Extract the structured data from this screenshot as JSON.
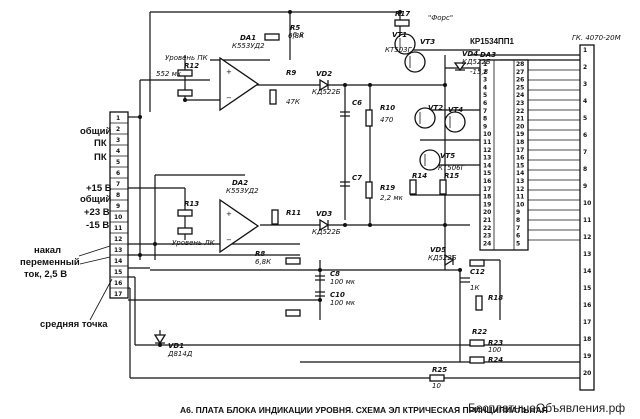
{
  "caption": "А6. ПЛАТА БЛОКА ИНДИКАЦИИ УРОВНЯ. СХЕМА ЭЛ КТРИЧЕСКАЯ ПРИНЦИПИАЛЬНАЯ",
  "watermark": "БесплатныеОбъявления.рф",
  "chip_label": "КР1534ПП1",
  "connector_label": "ГК. 4070-20М",
  "left_labels": {
    "common1": "общий",
    "pk1": "ПК",
    "pk2": "ПК",
    "plus15": "+15 В",
    "common2": "общий",
    "plus23": "+23 В",
    "minus15": "-15 В",
    "heat1": "накал",
    "heat2": "переменный",
    "heat3": "ток, 2,5 В",
    "midpoint": "средняя точка"
  },
  "left_pins": [
    "1",
    "2",
    "3",
    "4",
    "5",
    "6",
    "7",
    "8",
    "9",
    "10",
    "11",
    "12",
    "13",
    "14",
    "15",
    "16",
    "17"
  ],
  "parts": {
    "da1": "DA1",
    "da1_type": "К553УД2",
    "da2": "DA2",
    "da2_type": "К553УД2",
    "da3": "DA3",
    "lvl_right": "Уровень ПК",
    "lvl_left": "Уровень ЛК",
    "vd1": "VD1",
    "vd1_type": "Д814Д",
    "vd2": "VD2",
    "vd2_type": "КД522Б",
    "vd3": "VD3",
    "vd3_type": "КД522Б",
    "vd4": "VD4",
    "vd4_type": "КД522Б",
    "vd5": "VD5",
    "vd5_type": "КД522Б",
    "vt1": "VT1",
    "vt1_type": "КТ503Г",
    "vt2": "VT2",
    "vt3": "VT3",
    "vt4": "VT4",
    "vt5": "VT5",
    "vt5_type": "КТ506Г",
    "r5": "R5",
    "r5_val": "6,8К",
    "r8": "R8",
    "r8_val": "6,8К",
    "r9": "R9",
    "r10": "R10",
    "r11": "R11",
    "r12": "R12",
    "r13": "R13",
    "r14": "R14",
    "r15": "R15",
    "r17": "R17",
    "r18": "R18",
    "r19": "R19",
    "r22": "R22",
    "r23": "R23",
    "r24": "R24",
    "r25": "R25",
    "c6": "C6",
    "c7": "C7",
    "c8": "C8",
    "c8_val": "100 мк",
    "c10": "C10",
    "c10_val": "100 мк",
    "c12": "C12",
    "fore": "\"Форс\"",
    "minus15v": "-15,8",
    "minus6_8": "-6,8",
    "r_552": "552 мк",
    "r_47": "47К",
    "val_470": "470",
    "val_1k": "1К",
    "val_2_2": "2,2 мк",
    "val_10": "10",
    "val_100": "100"
  },
  "chip_pins_left": [
    "1",
    "2",
    "3",
    "4",
    "5",
    "6",
    "7",
    "8",
    "9",
    "10",
    "11",
    "12",
    "13",
    "14",
    "15",
    "16",
    "17",
    "18",
    "19",
    "20",
    "21",
    "22",
    "23",
    "24"
  ],
  "chip_pins_right": [
    "28",
    "27",
    "26",
    "25",
    "24",
    "23",
    "22",
    "21",
    "20",
    "19",
    "18",
    "17",
    "16",
    "15",
    "14",
    "13",
    "12",
    "11",
    "10",
    "9",
    "8",
    "7",
    "6",
    "5"
  ],
  "connector_pins": [
    "1",
    "2",
    "3",
    "4",
    "5",
    "6",
    "7",
    "8",
    "9",
    "10",
    "11",
    "12",
    "13",
    "14",
    "15",
    "16",
    "17",
    "18",
    "19",
    "20"
  ]
}
